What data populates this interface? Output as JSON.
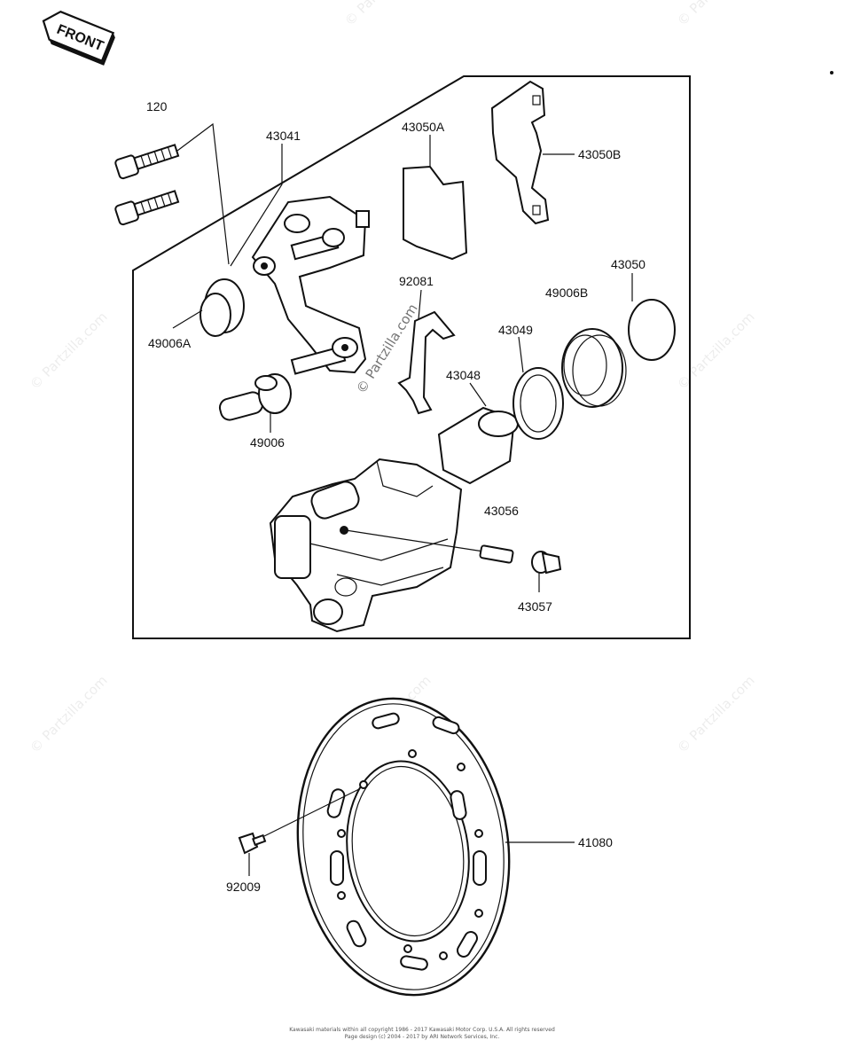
{
  "front_badge": {
    "text": "FRONT"
  },
  "labels": {
    "p120": "120",
    "p43041": "43041",
    "p43050A": "43050A",
    "p43050B": "43050B",
    "p92081": "92081",
    "p43050": "43050",
    "p49006B": "49006B",
    "p49006A": "49006A",
    "p43049": "43049",
    "p43048": "43048",
    "p49006": "49006",
    "p43056": "43056",
    "p43057": "43057",
    "p41080": "41080",
    "p92009": "92009"
  },
  "watermark": {
    "text": "© Partzilla.com"
  },
  "footer": {
    "line1": "Kawasaki materials within all copyright 1986 - 2017 Kawasaki Motor Corp. U.S.A. All rights reserved",
    "line2": "Page design (c) 2004 - 2017 by ARI Network Services, Inc."
  }
}
